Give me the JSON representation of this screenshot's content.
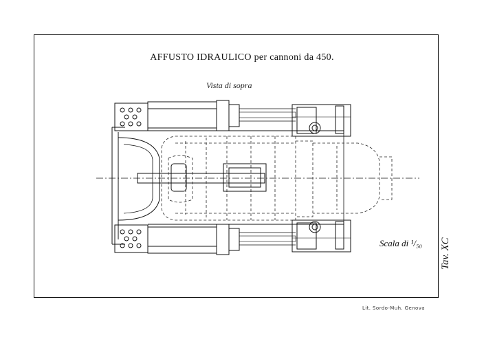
{
  "plate": {
    "title": "AFFUSTO IDRAULICO per cannoni da 450.",
    "view_label": "Vista di sopra",
    "scale_label": "Scala di ¹/₅₀",
    "plate_number": "Tav. XC",
    "printer": "Lit. Sordo-Muh. Genova"
  },
  "colors": {
    "paper": "#ffffff",
    "ink": "#111111"
  }
}
